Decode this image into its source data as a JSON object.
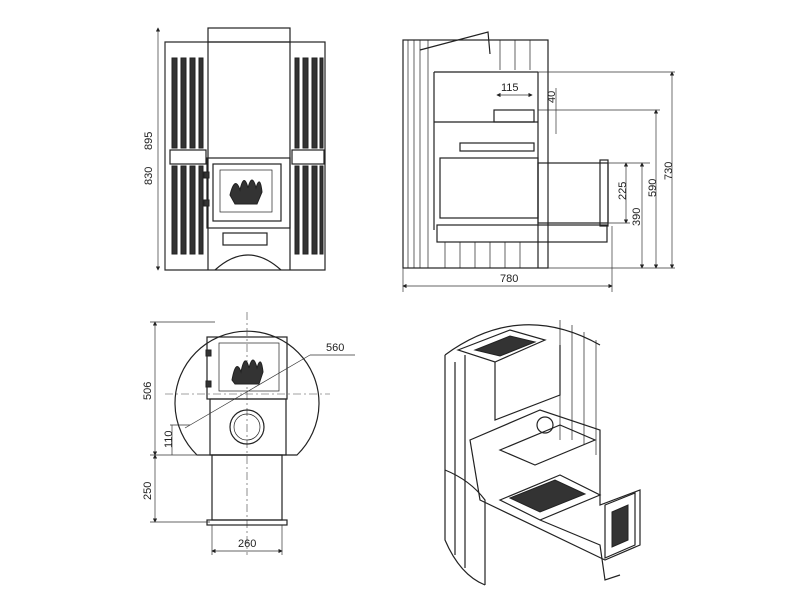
{
  "drawing": {
    "front_view": {
      "height_total": "895",
      "height_body": "830"
    },
    "side_view": {
      "flue_width": "115",
      "flue_offset": "40",
      "door_height": "225",
      "door_top": "390",
      "flue_level": "590",
      "height": "730",
      "depth": "780"
    },
    "top_view": {
      "diameter": "560",
      "depth": "506",
      "offset": "110",
      "tunnel_length": "250",
      "tunnel_width": "260"
    }
  }
}
